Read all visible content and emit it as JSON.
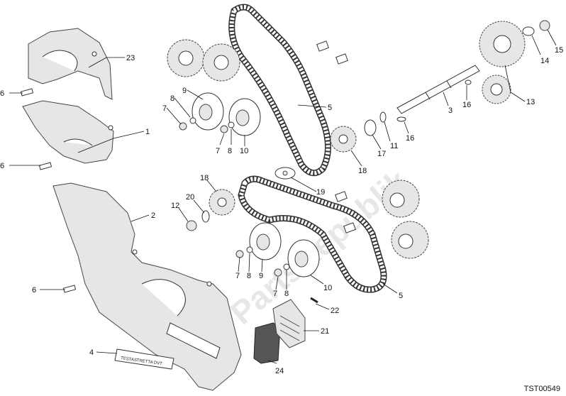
{
  "watermark": "PartsRepublik",
  "drawing_code": "TST00549",
  "cover_label_text": "TESTASTRETTA DVT",
  "callouts": [
    {
      "id": "c23a",
      "text": "23"
    },
    {
      "id": "c6a",
      "text": "6"
    },
    {
      "id": "c1",
      "text": "1"
    },
    {
      "id": "c6b",
      "text": "6"
    },
    {
      "id": "c2",
      "text": "2"
    },
    {
      "id": "c6c",
      "text": "6"
    },
    {
      "id": "c4",
      "text": "4"
    },
    {
      "id": "c24",
      "text": "24"
    },
    {
      "id": "c21",
      "text": "21"
    },
    {
      "id": "c22",
      "text": "22"
    },
    {
      "id": "c9a",
      "text": "9"
    },
    {
      "id": "c8a",
      "text": "8"
    },
    {
      "id": "c7a",
      "text": "7"
    },
    {
      "id": "c7b",
      "text": "7"
    },
    {
      "id": "c8b",
      "text": "8"
    },
    {
      "id": "c10a",
      "text": "10"
    },
    {
      "id": "c5a",
      "text": "5"
    },
    {
      "id": "c18a",
      "text": "18"
    },
    {
      "id": "c17",
      "text": "17"
    },
    {
      "id": "c11",
      "text": "11"
    },
    {
      "id": "c16a",
      "text": "16"
    },
    {
      "id": "c16b",
      "text": "16"
    },
    {
      "id": "c3",
      "text": "3"
    },
    {
      "id": "c13",
      "text": "13"
    },
    {
      "id": "c14",
      "text": "14"
    },
    {
      "id": "c15",
      "text": "15"
    },
    {
      "id": "c18b",
      "text": "18"
    },
    {
      "id": "c20",
      "text": "20"
    },
    {
      "id": "c12",
      "text": "12"
    },
    {
      "id": "c19",
      "text": "19"
    },
    {
      "id": "c7c",
      "text": "7"
    },
    {
      "id": "c8c",
      "text": "8"
    },
    {
      "id": "c9b",
      "text": "9"
    },
    {
      "id": "c7d",
      "text": "7"
    },
    {
      "id": "c8d",
      "text": "8"
    },
    {
      "id": "c10b",
      "text": "10"
    },
    {
      "id": "c5b",
      "text": "5"
    }
  ]
}
